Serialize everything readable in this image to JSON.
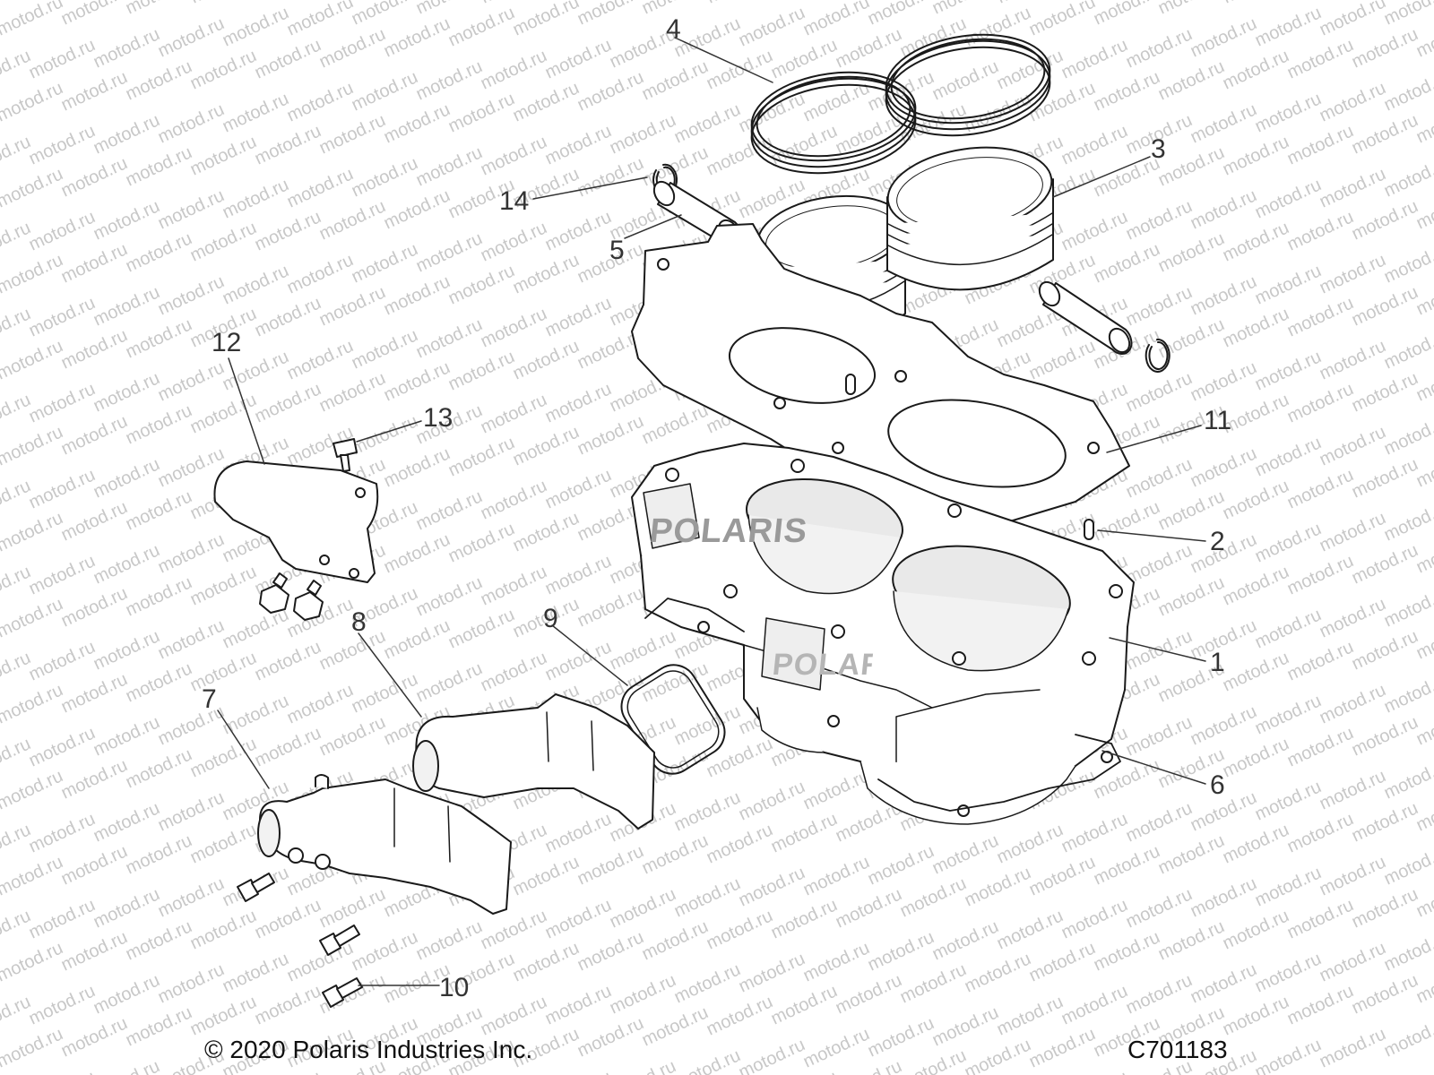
{
  "watermark": {
    "text": "motod.ru",
    "color": "#c8c8c8"
  },
  "brand_marks": {
    "cylinder_logo": "POLARIS",
    "cylinder_logo_lower": "POLARIS"
  },
  "callouts": [
    {
      "id": "1",
      "label": "1"
    },
    {
      "id": "2",
      "label": "2"
    },
    {
      "id": "3",
      "label": "3"
    },
    {
      "id": "4",
      "label": "4"
    },
    {
      "id": "5",
      "label": "5"
    },
    {
      "id": "6",
      "label": "6"
    },
    {
      "id": "7",
      "label": "7"
    },
    {
      "id": "8",
      "label": "8"
    },
    {
      "id": "9",
      "label": "9"
    },
    {
      "id": "10",
      "label": "10"
    },
    {
      "id": "11",
      "label": "11"
    },
    {
      "id": "12",
      "label": "12"
    },
    {
      "id": "13",
      "label": "13"
    },
    {
      "id": "14",
      "label": "14"
    }
  ],
  "footer": {
    "copyright": "© 2020 Polaris Industries Inc.",
    "drawing_code": "C701183"
  },
  "colors": {
    "line": "#1a1a1a",
    "leader": "#333333",
    "fill": "#ffffff",
    "shade": "#e6e6e6"
  }
}
